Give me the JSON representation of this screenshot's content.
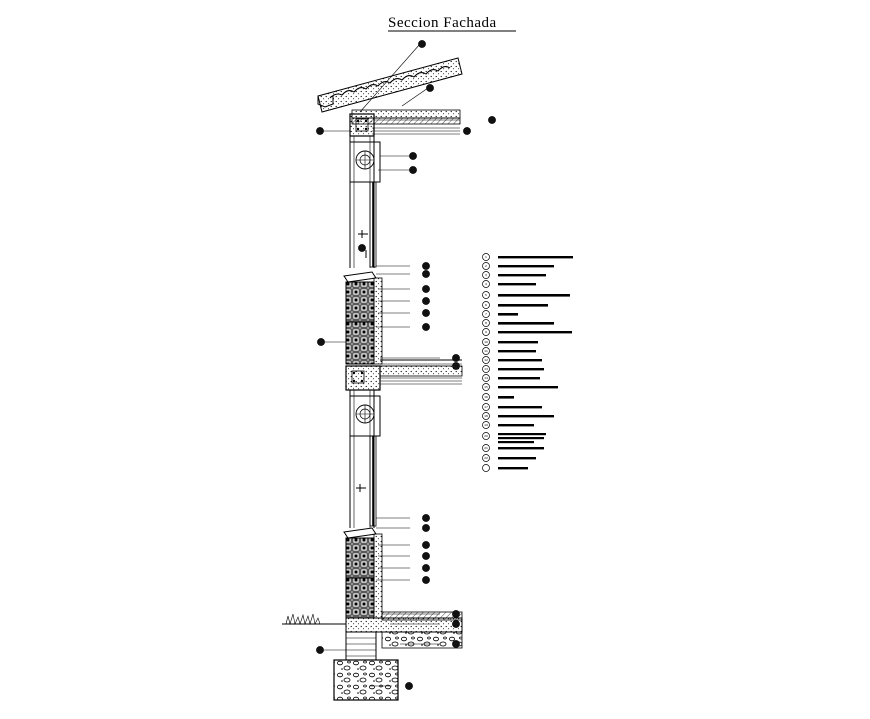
{
  "title": "Seccion Fachada",
  "legend": [
    {
      "num": "1",
      "text": ""
    },
    {
      "num": "2",
      "text": ""
    },
    {
      "num": "3",
      "text": ""
    },
    {
      "num": "4",
      "text": ""
    },
    {
      "num": "5",
      "text": ""
    },
    {
      "num": "6",
      "text": ""
    },
    {
      "num": "7",
      "text": ""
    },
    {
      "num": "8",
      "text": ""
    },
    {
      "num": "9",
      "text": ""
    },
    {
      "num": "10",
      "text": ""
    },
    {
      "num": "11",
      "text": ""
    },
    {
      "num": "12",
      "text": ""
    },
    {
      "num": "13",
      "text": ""
    },
    {
      "num": "14",
      "text": ""
    },
    {
      "num": "15",
      "text": ""
    },
    {
      "num": "16",
      "text": ""
    },
    {
      "num": "17",
      "text": ""
    },
    {
      "num": "18",
      "text": ""
    },
    {
      "num": "19",
      "text": ""
    },
    {
      "num": "20",
      "text": ""
    },
    {
      "num": "21",
      "text": ""
    },
    {
      "num": "22",
      "text": ""
    }
  ],
  "colors": {
    "ink": "#000000",
    "paper": "#ffffff"
  }
}
